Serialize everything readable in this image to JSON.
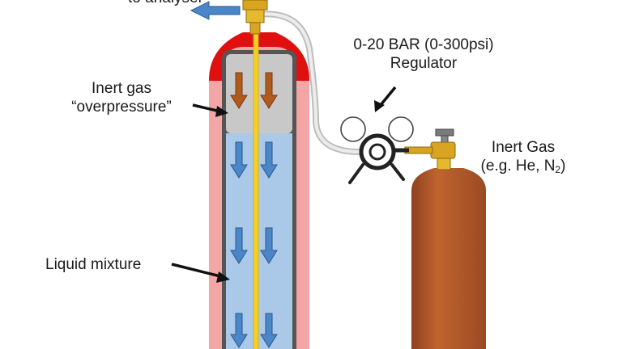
{
  "labels": {
    "top_cut": "to analyser",
    "inert_line1": "Inert gas",
    "inert_line2": "“overpressure”",
    "regulator_line1": "0-20 BAR (0-300psi)",
    "regulator_line2": "Regulator",
    "inert_gas_line1": "Inert Gas",
    "inert_gas_line2_pre": "(e.g. He, N",
    "inert_gas_sub": "2",
    "inert_gas_line2_post": ")",
    "liquid": "Liquid mixture"
  },
  "colors": {
    "cylinder_outer": "#f4a6a6",
    "cylinder_cap": "#e01010",
    "headspace": "#c8c8c8",
    "liquid": "#aac8e8",
    "dip_tube": "#f5d020",
    "down_arrow_gas": "#b05a1e",
    "down_arrow_liquid": "#3a7cc8",
    "outlet_arrow": "#3a7cc8",
    "gas_bottle": "#b3562a",
    "hose": "#d8d8d8",
    "regulator": "#222222",
    "valve": "#d9a520"
  },
  "icons": {
    "outlet": "left-arrow-icon",
    "flow": "down-arrow-icon",
    "gauge": "pressure-gauge-icon",
    "valve": "valve-icon"
  }
}
